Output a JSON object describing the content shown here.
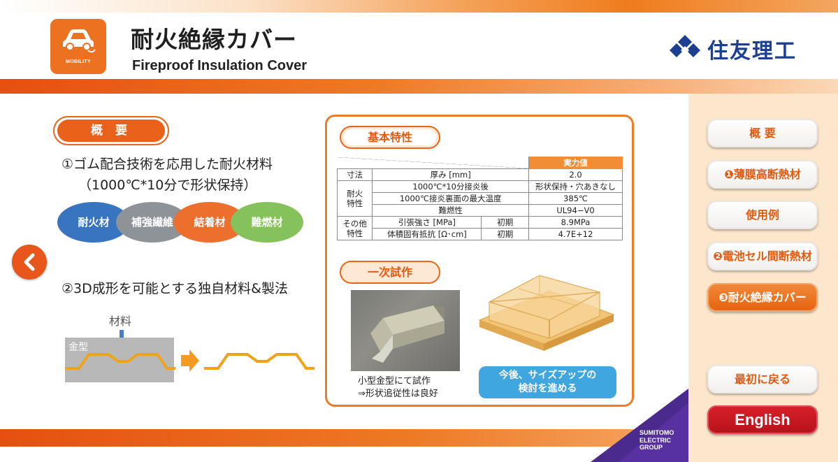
{
  "header": {
    "app_icon_label": "MOBILITY",
    "title_ja": "耐火絶縁カバー",
    "title_en": "Fireproof Insulation Cover",
    "brand_name": "住友理工"
  },
  "overview": {
    "section_label": "概 要",
    "point1": "①ゴム配合技術を応用した耐火材料",
    "point1_sub": "（1000℃*10分で形状保持）",
    "ellipses": [
      {
        "label": "耐火材",
        "color": "#3874c0"
      },
      {
        "label": "補強繊維",
        "color": "#8d9397"
      },
      {
        "label": "結着材",
        "color": "#ec6f2e"
      },
      {
        "label": "難燃材",
        "color": "#86c25b"
      }
    ],
    "point2": "②3D成形を可能とする独自材料&製法",
    "material_label": "材料",
    "mold_label": "金型"
  },
  "specs": {
    "section_label": "基本特性",
    "header_value": "実力値",
    "rows": [
      {
        "category": "寸法",
        "item": "厚み [mm]",
        "condition": "",
        "value": "2.0"
      },
      {
        "category": "耐火特性",
        "item": "1000℃*10分接炎後",
        "condition": "",
        "value": "形状保持・穴あきなし"
      },
      {
        "category": "",
        "item": "1000℃接炎裏面の最大温度",
        "condition": "",
        "value": "385℃"
      },
      {
        "category": "",
        "item": "難燃性",
        "condition": "",
        "value": "UL94−V0"
      },
      {
        "category": "その他特性",
        "item": "引張強さ [MPa]",
        "condition": "初期",
        "value": "8.9MPa"
      },
      {
        "category": "",
        "item": "体積固有抵抗 [Ω･cm]",
        "condition": "初期",
        "value": "4.7E+12"
      }
    ]
  },
  "prototype": {
    "section_label": "一次試作",
    "caption_line1": "小型金型にて試作",
    "caption_line2": "⇒形状追従性は良好",
    "callout_line1": "今後、サイズアップの",
    "callout_line2": "検討を進める"
  },
  "nav": {
    "items": [
      {
        "label": "概 要"
      },
      {
        "label": "❶薄膜高断熱材"
      },
      {
        "label": "使用例"
      },
      {
        "label": "❷電池セル間断熱材"
      },
      {
        "label": "❸耐火絶縁カバー"
      }
    ],
    "home_label": "最初に戻る",
    "english_label": "English"
  },
  "group": {
    "line1": "SUMITOMO",
    "line2": "ELECTRIC",
    "line3": "GROUP"
  },
  "colors": {
    "accent": "#e9611a",
    "brand": "#1c3f91",
    "callout": "#3fa6df",
    "english": "#c4161f"
  }
}
